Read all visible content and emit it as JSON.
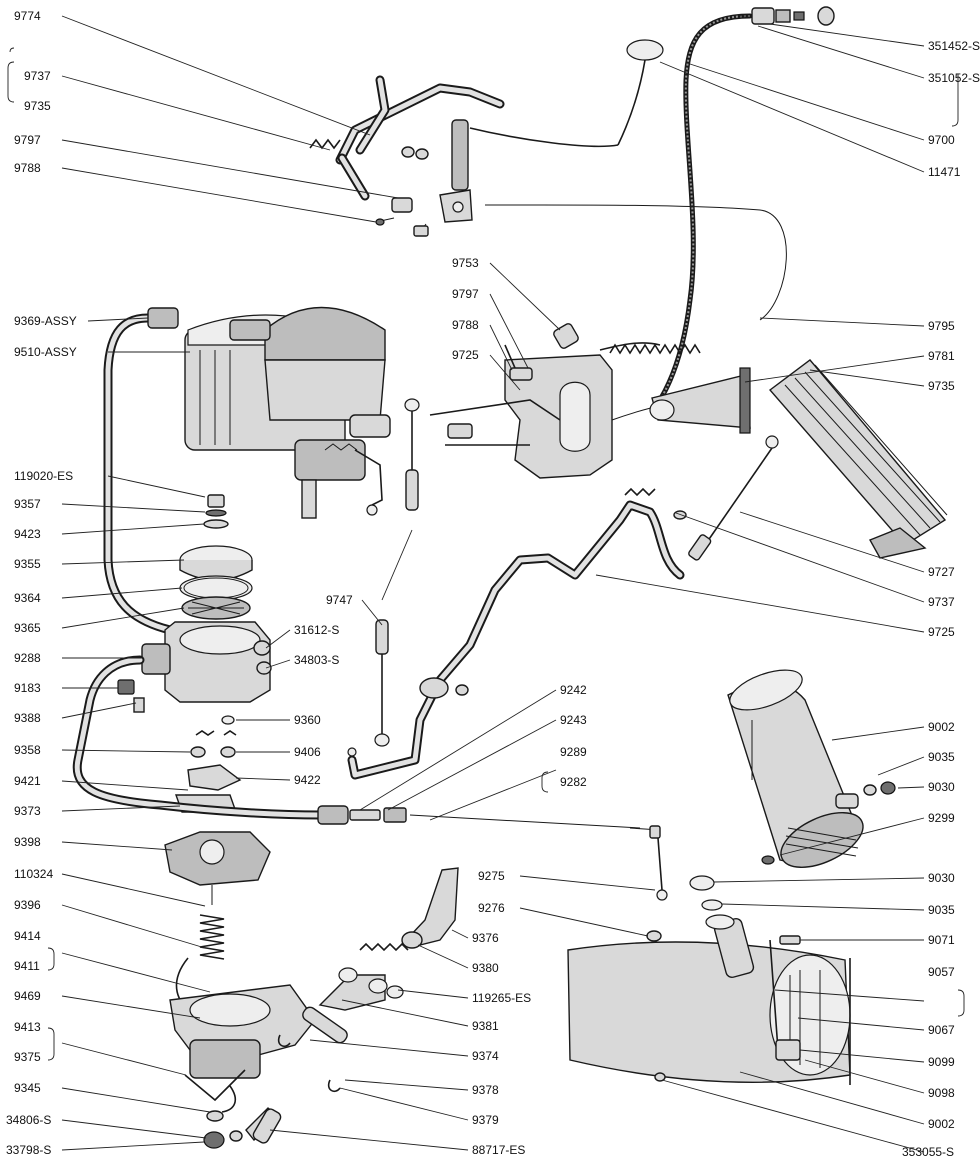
{
  "labels_left": [
    "9774",
    "9737",
    "9735",
    "9797",
    "9788",
    "9369-ASSY",
    "9510-ASSY",
    "119020-ES",
    "9357",
    "9423",
    "9355",
    "9364",
    "9365",
    "9288",
    "9183",
    "9388",
    "9358",
    "9421",
    "9373",
    "9398",
    "110324",
    "9396",
    "9414",
    "9411",
    "9469",
    "9413",
    "9375",
    "9345",
    "34806-S",
    "33798-S"
  ],
  "labels_mid": [
    "9753",
    "9797",
    "9788",
    "9725",
    "31612-S",
    "34803-S",
    "9360",
    "9406",
    "9422",
    "9747",
    "9242",
    "9243",
    "9289",
    "9282",
    "9275",
    "9276",
    "9376",
    "9380",
    "119265-ES",
    "9381",
    "9374",
    "9378",
    "9379",
    "88717-ES"
  ],
  "labels_right": [
    "351452-S",
    "351052-S",
    "9700",
    "11471",
    "9795",
    "9781",
    "9735",
    "9727",
    "9737",
    "9725",
    "9002",
    "9035",
    "9030",
    "9299",
    "9030",
    "9035",
    "9071",
    "9057",
    "9067",
    "9099",
    "9098",
    "9002",
    "353055-S"
  ]
}
